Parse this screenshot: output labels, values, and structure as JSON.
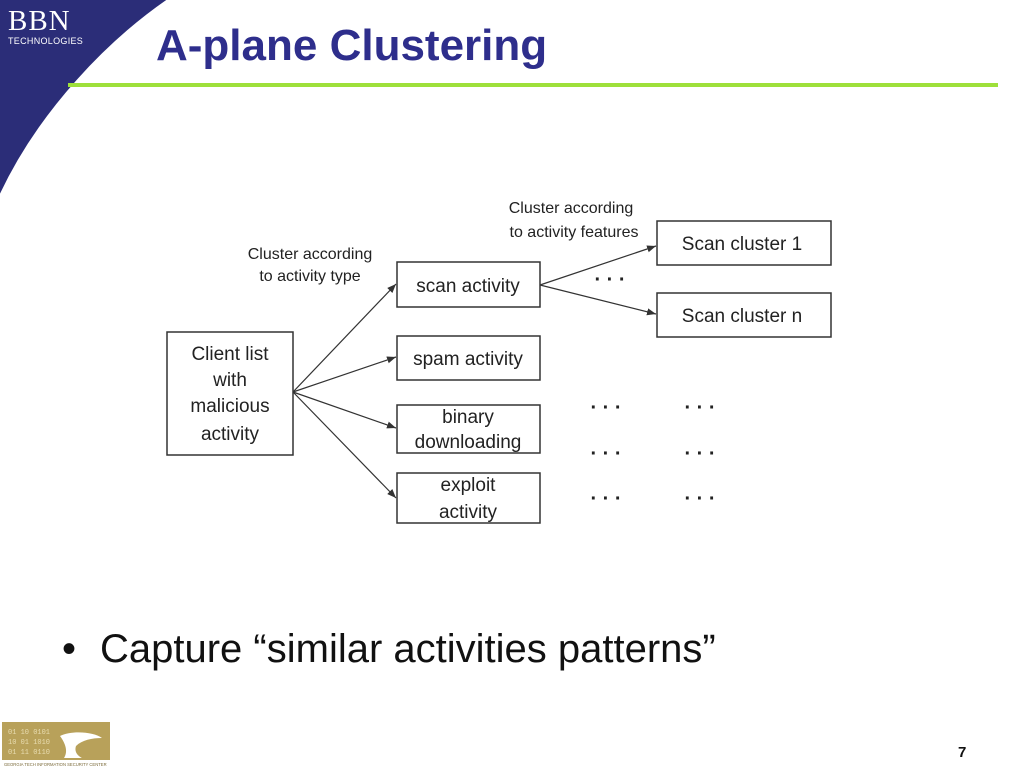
{
  "logo": {
    "main": "BBN",
    "sub": "TECHNOLOGIES"
  },
  "title": "A-plane Clustering",
  "diagram": {
    "root": [
      "Client list",
      "with",
      "malicious",
      "activity"
    ],
    "annotation_type": [
      "Cluster according",
      "to activity type"
    ],
    "annotation_features": [
      "Cluster according",
      "to activity features"
    ],
    "activities": [
      [
        "scan activity"
      ],
      [
        "spam activity"
      ],
      [
        "binary",
        "downloading"
      ],
      [
        "exploit",
        "activity"
      ]
    ],
    "clusters": [
      "Scan cluster 1",
      "Scan cluster n"
    ],
    "ellipsis": "· · ·"
  },
  "bullets": [
    "Capture “similar activities patterns”"
  ],
  "bullet_marker": "•",
  "footer": {
    "logo_text": "GEORGIA TECH INFORMATION SECURITY CENTER"
  },
  "page_number": "7",
  "colors": {
    "title": "#2e2e8c",
    "corner": "#2b2d78",
    "rule": "#9ee03a",
    "footer_logo": "#b8a15a"
  }
}
